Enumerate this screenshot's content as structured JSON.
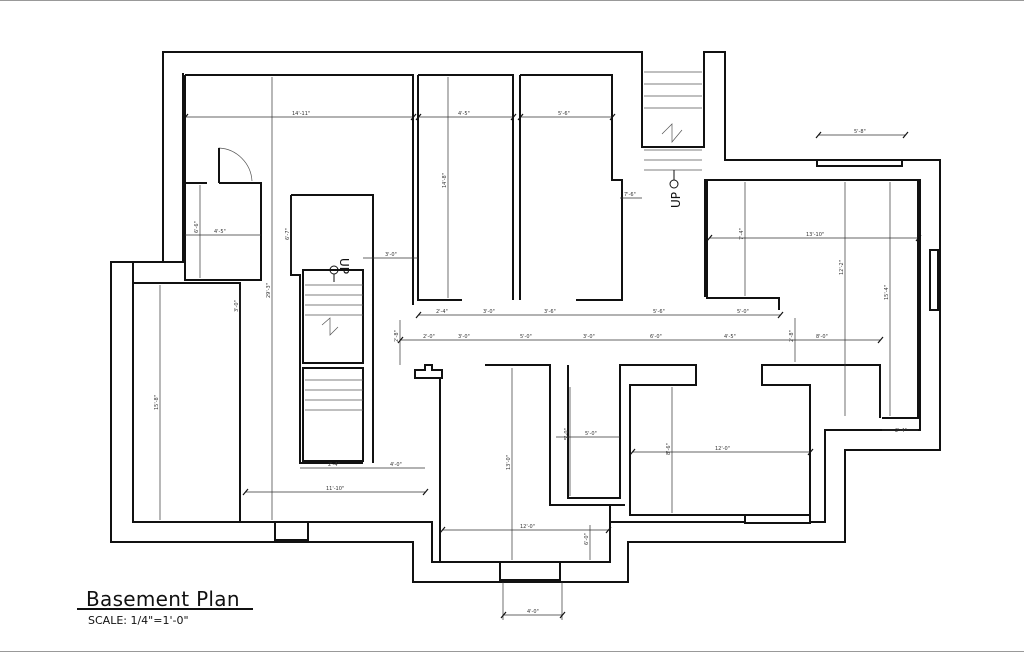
{
  "title": "Basement Plan",
  "scale": "SCALE: 1/4\"=1'-0\"",
  "stairs": [
    {
      "label": "UP"
    },
    {
      "label": "UP"
    }
  ],
  "dimensions": {
    "d1": "14'-11\"",
    "d2": "4'-5\"",
    "d3": "5'-6\"",
    "d4": "5'-8\"",
    "d5": "14'-8\"",
    "d6": "7'-6\"",
    "d7": "4'-5\"",
    "d8": "6'-6\"",
    "d9": "6'-7\"",
    "d10": "3'-0\"",
    "d11": "7'-4\"",
    "d12": "13'-10\"",
    "d13": "12'-2\"",
    "d14": "15'-4\"",
    "d15": "29'-3\"",
    "d16": "3'-0\"",
    "d17": "2'-4\"",
    "d18": "3'-0\"",
    "d19": "3'-6\"",
    "d20": "5'-6\"",
    "d21": "5'-0\"",
    "d22": "2'-8\"",
    "d23": "2'-0\"",
    "d24": "3'-0\"",
    "d25": "5'-0\"",
    "d26": "3'-0\"",
    "d27": "6'-0\"",
    "d28": "4'-5\"",
    "d29": "2'-8\"",
    "d30": "8'-0\"",
    "d31": "15'-8\"",
    "d32": "5'-0\"",
    "d33": "5'-0\"",
    "d34": "8'-6\"",
    "d35": "12'-0\"",
    "d36": "13'-0\"",
    "d37": "2'-4\"",
    "d38": "2'-4\"",
    "d39": "4'-0\"",
    "d40": "11'-10\"",
    "d41": "12'-0\"",
    "d42": "6'-0\"",
    "d43": "4'-0\""
  }
}
